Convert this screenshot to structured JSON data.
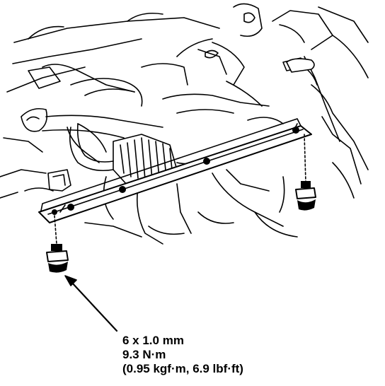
{
  "torque_spec": {
    "bolt_size": "6 x 1.0 mm",
    "torque_nm": "9.3 N·m",
    "torque_alt": "(0.95 kgf·m, 6.9 lbf·ft)"
  },
  "colors": {
    "ink": "#000000",
    "paper": "#ffffff"
  }
}
